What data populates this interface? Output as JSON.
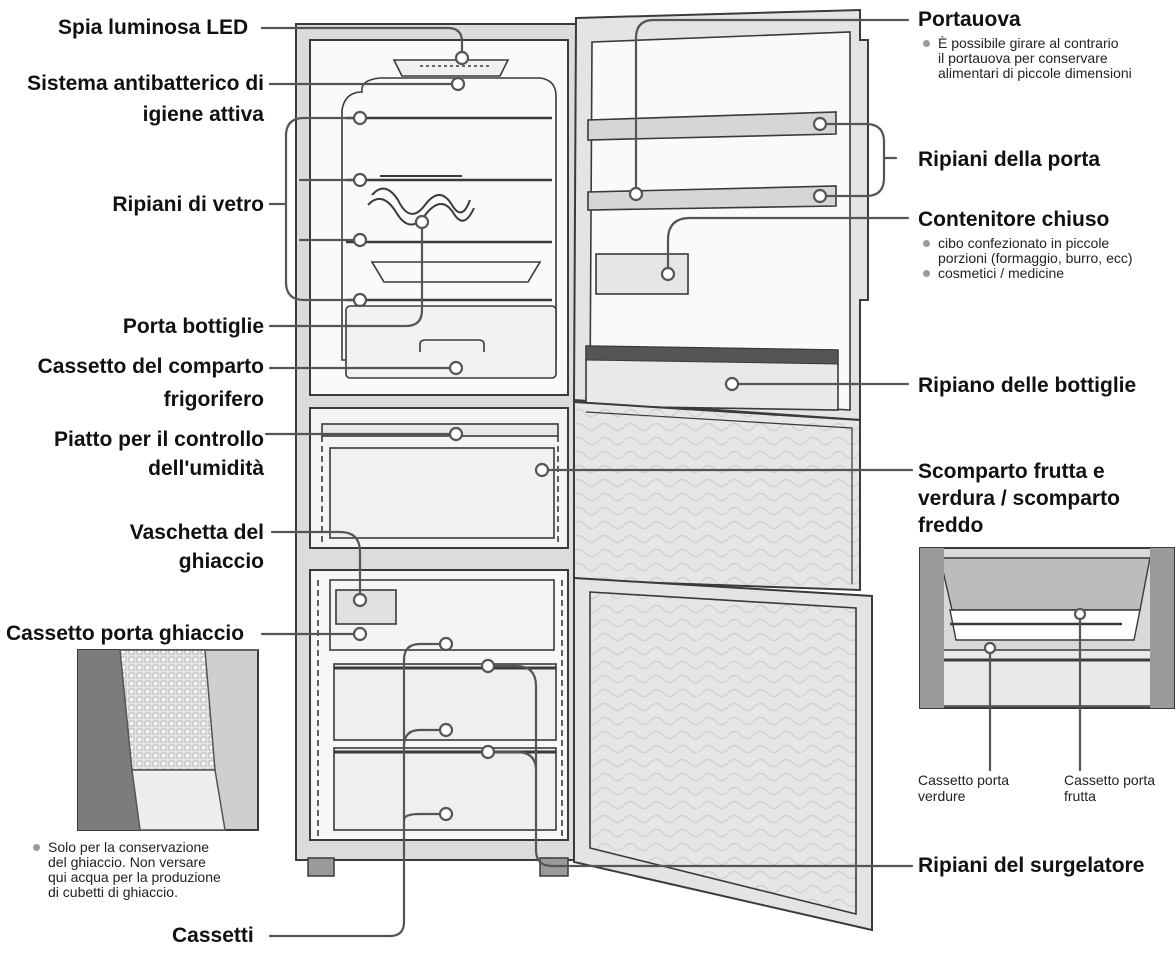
{
  "labels": {
    "spia_led": "Spia luminosa LED",
    "sistema_l1": "Sistema antibatterico di",
    "sistema_l2": "igiene attiva",
    "ripiani_vetro": "Ripiani di vetro",
    "porta_bottiglie": "Porta bottiglie",
    "cassetto_frigo_l1": "Cassetto del comparto",
    "cassetto_frigo_l2": "frigorifero",
    "piatto_l1": "Piatto per il controllo",
    "piatto_l2": "dell'umidità",
    "vaschetta_l1": "Vaschetta del",
    "vaschetta_l2": "ghiaccio",
    "cassetto_ghiaccio": "Cassetto porta ghiaccio",
    "cassetti": "Cassetti",
    "portauova": "Portauova",
    "ripiani_porta": "Ripiani della porta",
    "contenitore": "Contenitore chiuso",
    "ripiano_bottiglie": "Ripiano delle bottiglie",
    "scomparto_l1": "Scomparto frutta e",
    "scomparto_l2": "verdura / scomparto",
    "scomparto_l3": "freddo",
    "ripiani_surgelatore": "Ripiani del surgelatore"
  },
  "notes": {
    "portauova_l1": "È possibile girare al contrario",
    "portauova_l2": "il portauova per conservare",
    "portauova_l3": "alimentari di piccole dimensioni",
    "contenitore_b1_l1": "cibo confezionato in piccole",
    "contenitore_b1_l2": "porzioni (formaggio, burro, ecc)",
    "contenitore_b2": "cosmetici / medicine",
    "ghiaccio_l1": "Solo per la conservazione",
    "ghiaccio_l2": "del ghiaccio. Non versare",
    "ghiaccio_l3": "qui acqua per la produzione",
    "ghiaccio_l4": "di cubetti di ghiaccio."
  },
  "captions": {
    "verdure_l1": "Cassetto porta",
    "verdure_l2": "verdure",
    "frutta_l1": "Cassetto porta",
    "frutta_l2": "frutta"
  },
  "colors": {
    "line": "#555555",
    "outline": "#3a3a3a",
    "door_fill": "#e4e4e4",
    "interior": "#fafafa",
    "bullet": "#9a9a9a"
  }
}
